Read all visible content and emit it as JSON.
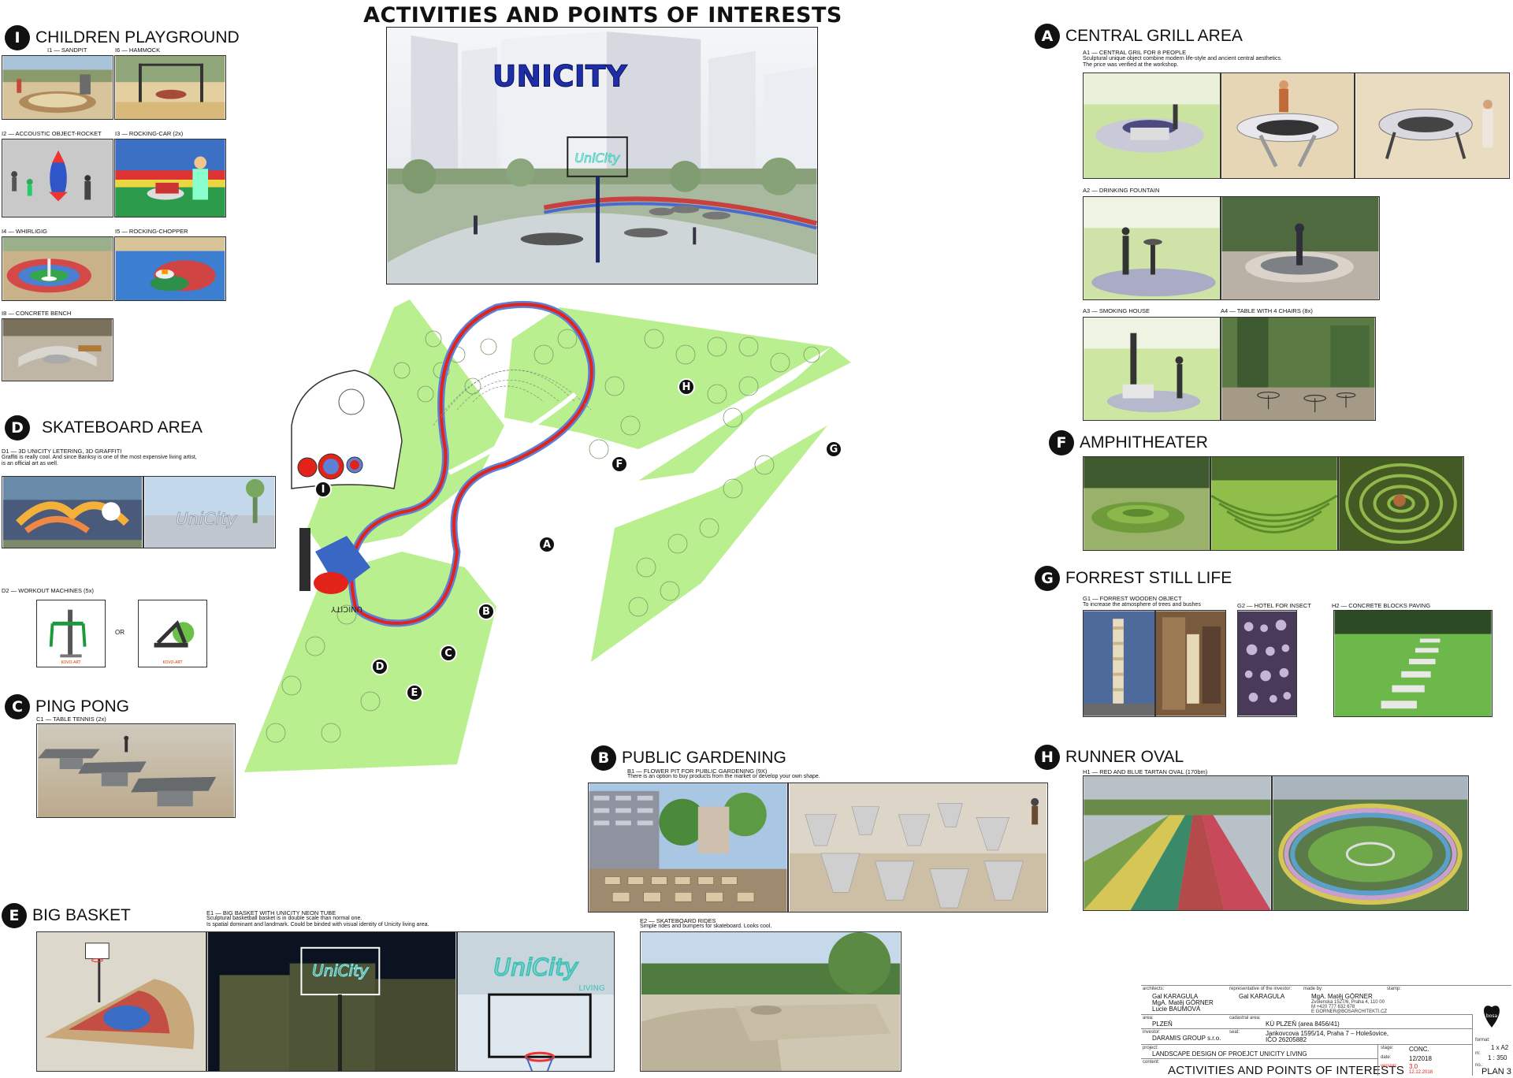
{
  "main_title": "ACTIVITIES AND POINTS OF INTERESTS",
  "sections": {
    "I": {
      "badge": "I",
      "title": "CHILDREN PLAYGROUND",
      "captions": [
        "I1 — SANDPIT",
        "I6 — HAMMOCK",
        "I2 — ACCOUSTIC OBJECT-ROCKET",
        "I3 — ROCKING-CAR (2x)",
        "I4 — WHIRLIGIG",
        "I5 — ROCKING-CHOPPER",
        "I8 — CONCRETE BENCH"
      ]
    },
    "D": {
      "badge": "D",
      "title": "SKATEBOARD AREA",
      "captions": [
        "D1 — 3D UNICITY LETERING, 3D GRAFFITI",
        "D2 — WORKOUT MACHINES (5x)"
      ],
      "desc": [
        "Graffiti is really cool. And since Banksy is one of the most expensive living artist,",
        "is an official art as well."
      ],
      "or": "OR",
      "brand": "KOVO-ART"
    },
    "C": {
      "badge": "C",
      "title": "PING PONG",
      "captions": [
        "C1 — TABLE TENNIS (2x)"
      ]
    },
    "E": {
      "badge": "E",
      "title": "BIG BASKET",
      "captions": [
        "E1 — BIG BASKET WITH UNICITY NEON TUBE",
        "E2 — SKATEBOARD RIDES"
      ],
      "desc": [
        "Sculptural basketball basket is in double scale than normal one.",
        "Is spatial dominant and landmark. Could be binded with visual identity of Unicity living area."
      ],
      "desc2": "Simple rides and bumpers for skateboard. Looks cool."
    },
    "A": {
      "badge": "A",
      "title": "CENTRAL GRILL AREA",
      "captions": [
        "A1 — CENTRAL GRIL FOR 8 PEOPLE",
        "A2 — DRINKING FOUNTAIN",
        "A3 — SMOKING HOUSE",
        "A4 — TABLE WITH 4 CHAIRS (8x)"
      ],
      "desc": [
        "Sculptural unique object combine modern life-style and ancient central aesthetics.",
        "The price was verified at the workshop."
      ]
    },
    "F": {
      "badge": "F",
      "title": "AMPHITHEATER"
    },
    "G": {
      "badge": "G",
      "title": "FORREST STILL LIFE",
      "captions": [
        "G1 — FORREST WOODEN OBJECT",
        "G2 — HOTEL FOR INSECT",
        "H2 — CONCRETE BLOCKS PAVING"
      ],
      "desc": "To increase the atmosphere of trees and bushes"
    },
    "H": {
      "badge": "H",
      "title": "RUNNER OVAL",
      "captions": [
        "H1 — RED AND BLUE TARTAN OVAL (170bm)"
      ]
    },
    "B": {
      "badge": "B",
      "title": "PUBLIC GARDENING",
      "captions": [
        "B1 — FLOWER PIT FOR PUBLIC GARDENING (9X)"
      ],
      "desc": "There is an option to buy products from the market or develop your own shape."
    }
  },
  "render": {
    "logo_text": "UNICITY",
    "neon_text": "UniCity",
    "neon_sub": "LIVING"
  },
  "plan_markers": [
    "I",
    "A",
    "F",
    "G",
    "H",
    "B",
    "C",
    "D",
    "E"
  ],
  "plan_text": "UNICITY",
  "title_block": {
    "architects_label": "architects:",
    "architects": [
      "Gal KARAGULA",
      "MgA. Matěj GÖRNER",
      "Lucie BAUMOVÁ"
    ],
    "rep_label": "representative of the investor:",
    "rep": "Gal KARAGULA",
    "made_label": "made by:",
    "made": "MgA. Matěj GÖRNER",
    "address": [
      "Zvolenská 1527/6, Praha 4, 110 00",
      "M   +420 777 632 678",
      "E   GORNER@BOSARCHITEKTI.CZ"
    ],
    "stamp_label": "stamp:",
    "area_label": "area:",
    "area": "PLZEŇ",
    "cadastral_label": "cadastral area:",
    "cadastral": "KÚ PLZEŇ (area 8456/41)",
    "investor_label": "investor:",
    "investor": "DARAMIS GROUP s.r.o.",
    "seat_label": "seat:",
    "seat": [
      "Jankovcova 1595/14, Praha 7 – Holešovice,",
      "IČO 26205882"
    ],
    "project_label": "project:",
    "project": "LANDSCAPE DESIGN OF PROEJCT UNICITY LIVING",
    "content_label": "content:",
    "content": "ACTIVITIES AND POINTS OF INTERESTS",
    "stage_label": "stage:",
    "stage": "CONC.",
    "date_label": "date:",
    "date": "12/2018",
    "version_label": "version:",
    "version": "3.0",
    "version_date": "12.12.2018",
    "format_label": "format:",
    "format": "1 x A2",
    "scale_label": "m:",
    "scale": "1 : 350",
    "no_label": "no.:",
    "no": "PLAN 3",
    "logo": "bosa"
  },
  "colors": {
    "grass": "#b9ef8e",
    "track_red": "#e2231a",
    "track_blue": "#5d7fd6",
    "plaza": "#ffffff",
    "outline": "#444444"
  }
}
